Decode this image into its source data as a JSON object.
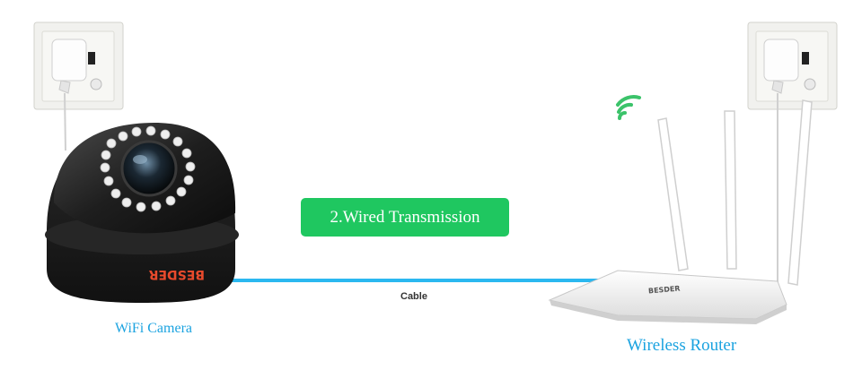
{
  "transmission_label": "2.Wired Transmission",
  "cable_label": "Cable",
  "camera_label": "WiFi Camera",
  "router_label": "Wireless Router",
  "camera_brand": "BESDER",
  "router_brand": "BESDER",
  "colors": {
    "accent_green": "#1fc760",
    "cable_blue": "#2bb8f0",
    "label_blue": "#1ba3e0",
    "wifi_green": "#3bc36a"
  }
}
